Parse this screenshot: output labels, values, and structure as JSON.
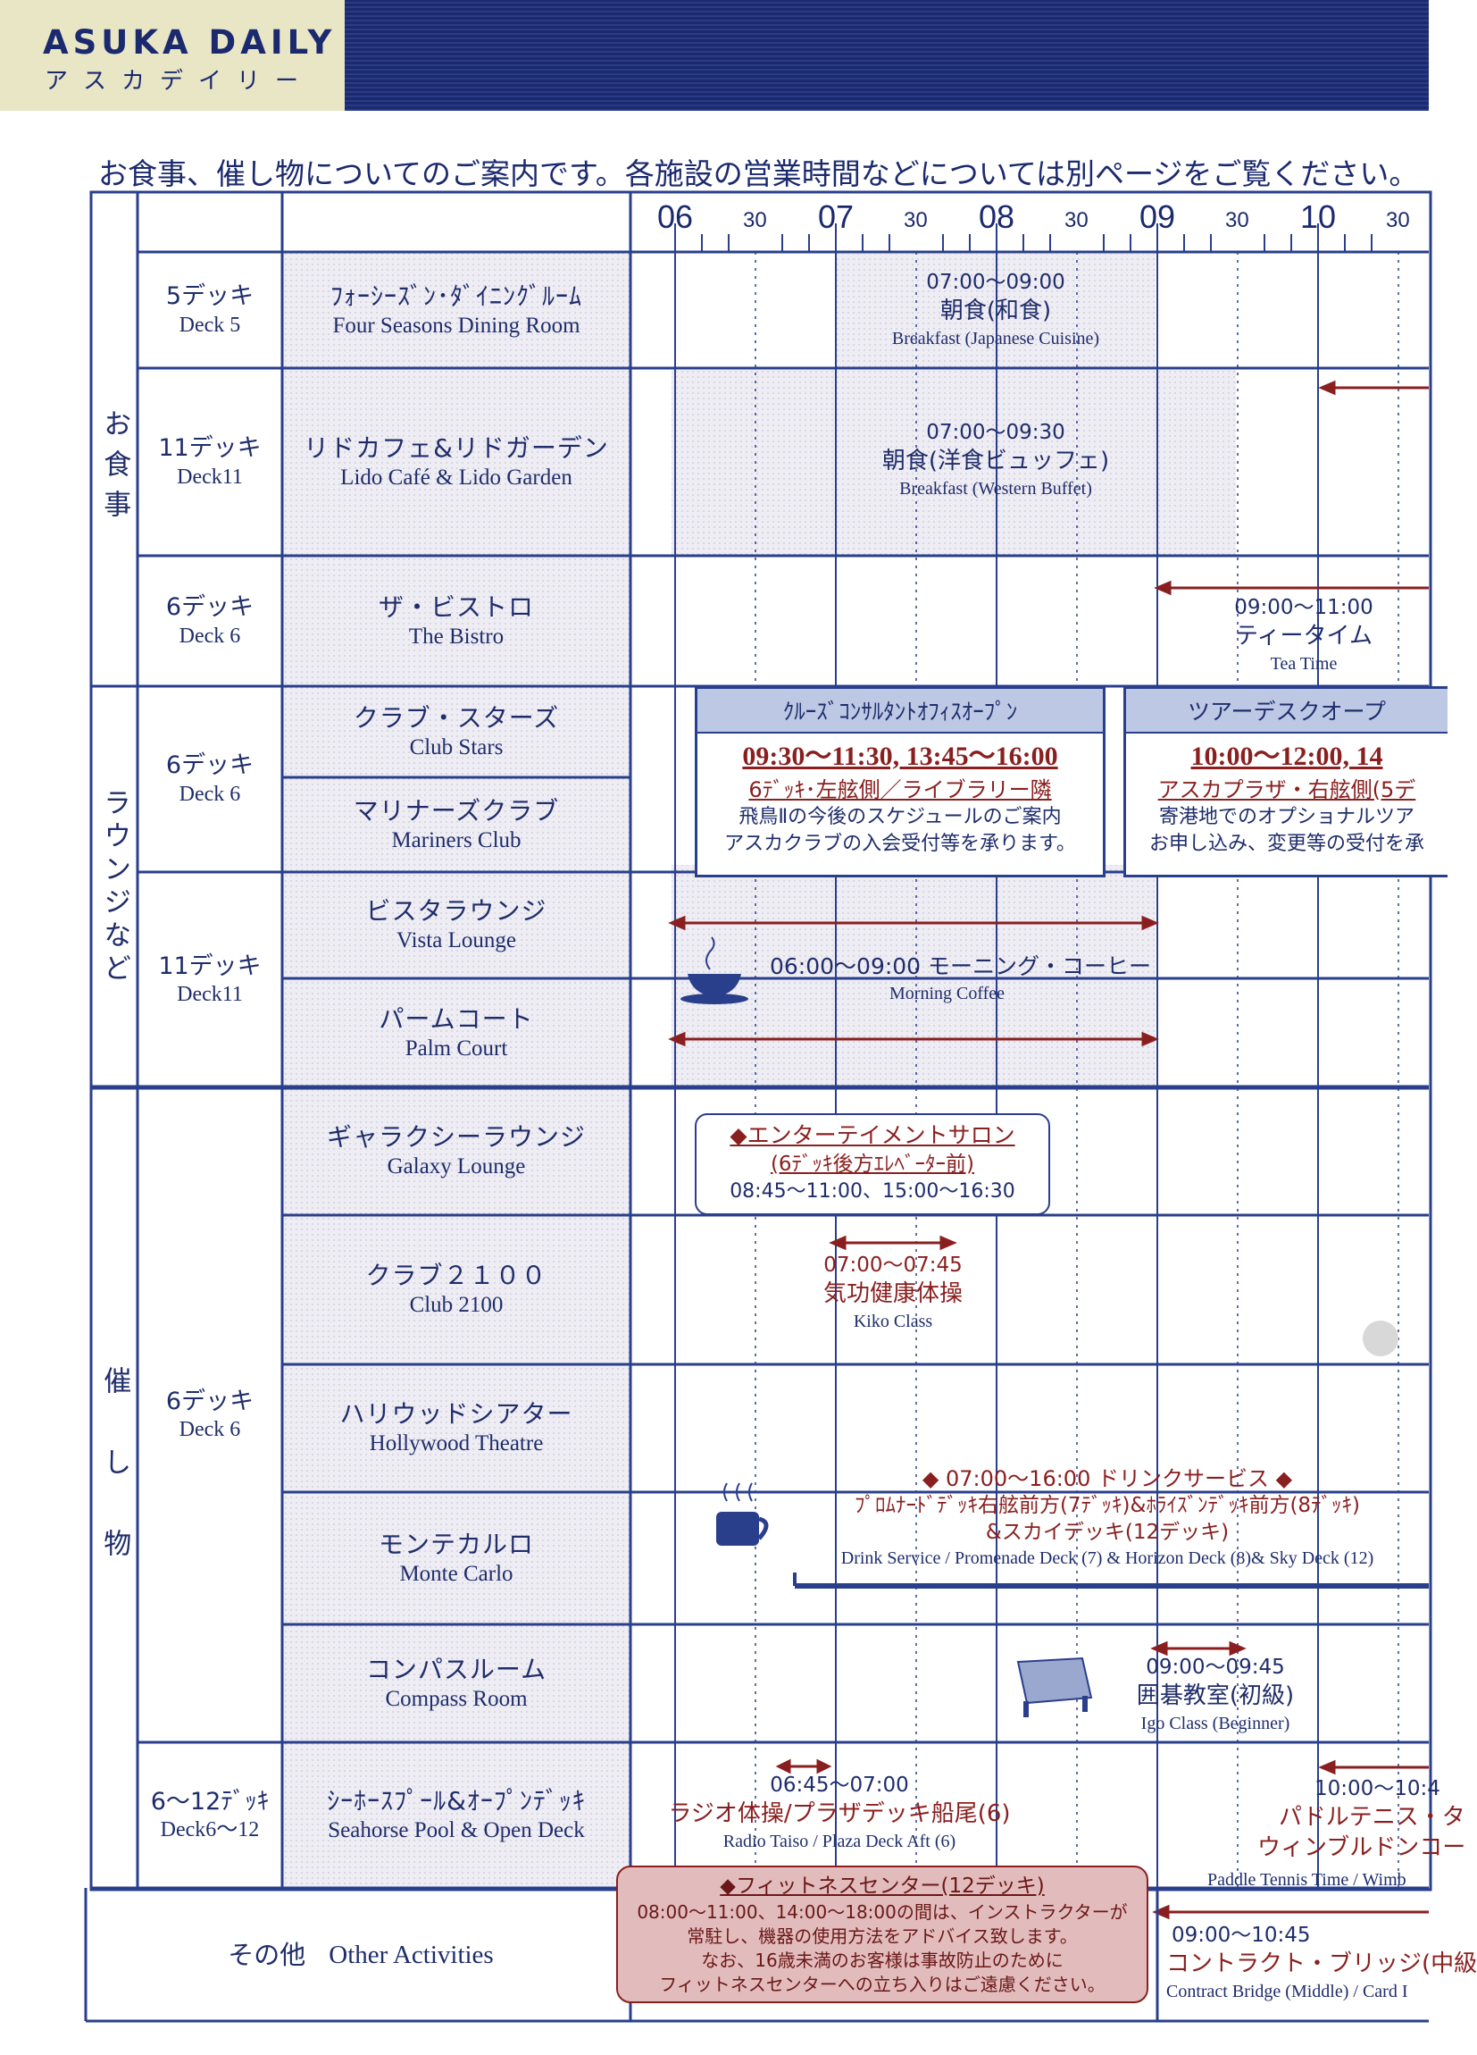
{
  "header": {
    "brand_en": "ASUKA DAILY",
    "brand_jp": "アスカデイリー"
  },
  "intro": "お食事、催し物についてのご案内です。各施設の営業時間などについては別ページをご覧ください。",
  "timeline": {
    "hours": [
      "06",
      "07",
      "08",
      "09",
      "10"
    ],
    "half": "30"
  },
  "categories": {
    "dining": "お食事",
    "lounge": "ラウンジなど",
    "events": "催し物"
  },
  "rows": [
    {
      "deck_jp": "5デッキ",
      "deck_en": "Deck 5",
      "venue_jp": "ﾌｫｰｼｰｽﾞﾝ･ﾀﾞｲﾆﾝｸﾞﾙｰﾑ",
      "venue_en": "Four Seasons Dining Room"
    },
    {
      "deck_jp": "11デッキ",
      "deck_en": "Deck11",
      "venue_jp": "リドカフェ&リドガーデン",
      "venue_en": "Lido Café & Lido Garden"
    },
    {
      "deck_jp": "6デッキ",
      "deck_en": "Deck 6",
      "venue_jp": "ザ・ビストロ",
      "venue_en": "The Bistro"
    },
    {
      "deck_jp": "6デッキ",
      "deck_en": "Deck 6",
      "venue_jp": "クラブ・スターズ",
      "venue_en": "Club Stars"
    },
    {
      "venue_jp": "マリナーズクラブ",
      "venue_en": "Mariners Club"
    },
    {
      "deck_jp": "11デッキ",
      "deck_en": "Deck11",
      "venue_jp": "ビスタラウンジ",
      "venue_en": "Vista Lounge"
    },
    {
      "venue_jp": "パームコート",
      "venue_en": "Palm Court"
    },
    {
      "deck_jp": "6デッキ",
      "deck_en": "Deck 6",
      "venue_jp": "ギャラクシーラウンジ",
      "venue_en": "Galaxy Lounge"
    },
    {
      "venue_jp": "クラブ２１００",
      "venue_en": "Club 2100"
    },
    {
      "venue_jp": "ハリウッドシアター",
      "venue_en": "Hollywood Theatre"
    },
    {
      "venue_jp": "モンテカルロ",
      "venue_en": "Monte Carlo"
    },
    {
      "venue_jp": "コンパスルーム",
      "venue_en": "Compass Room"
    },
    {
      "deck_jp": "6〜12ﾃﾞｯｷ",
      "deck_en": "Deck6〜12",
      "venue_jp": "ｼｰﾎｰｽﾌﾟｰﾙ&ｵｰﾌﾟﾝﾃﾞｯｷ",
      "venue_en": "Seahorse Pool & Open Deck"
    }
  ],
  "other": {
    "jp": "その他",
    "en": "Other Activities"
  },
  "events": {
    "fs_breakfast": {
      "time": "07:00〜09:00",
      "jp": "朝食(和食)",
      "en": "Breakfast (Japanese Cuisine)"
    },
    "lido_breakfast": {
      "time": "07:00〜09:30",
      "jp": "朝食(洋食ビュッフェ)",
      "en": "Breakfast (Western Buffet)"
    },
    "bistro_tea": {
      "time": "09:00〜11:00",
      "jp": "ティータイム",
      "en": "Tea Time"
    },
    "consultant": {
      "head": "ｸﾙｰｽﾞｺﾝｻﾙﾀﾝﾄｵﾌｨｽｵｰﾌﾟﾝ",
      "time": "09:30〜11:30, 13:45〜16:00",
      "loc": "6ﾃﾞｯｷ･左舷側／ライブラリー隣",
      "d1": "飛鳥Ⅱの今後のスケジュールのご案内",
      "d2": "アスカクラブの入会受付等を承ります。"
    },
    "tourdesk": {
      "head": "ツアーデスクオープ",
      "time": "10:00〜12:00, 14",
      "loc": "アスカプラザ・右舷側(5デ",
      "d1": "寄港地でのオプショナルツア",
      "d2": "お申し込み、変更等の受付を承"
    },
    "morning_coffee": {
      "time_jp": "06:00〜09:00 モーニング・コーヒー",
      "en": "Morning Coffee"
    },
    "salon": {
      "l1": "◆エンターテイメントサロン",
      "l2": "(6ﾃﾞｯｷ後方ｴﾚﾍﾞｰﾀｰ前)",
      "l3": "08:45〜11:00、15:00〜16:30"
    },
    "kiko": {
      "time": "07:00〜07:45",
      "jp": "気功健康体操",
      "en": "Kiko Class"
    },
    "drink": {
      "l1": "◆ 07:00〜16:00 ドリンクサービス ◆",
      "l2": "ﾌﾟﾛﾑﾅｰﾄﾞﾃﾞｯｷ右舷前方(7ﾃﾞｯｷ)&ﾎﾗｲｽﾞﾝﾃﾞｯｷ前方(8ﾃﾞｯｷ)",
      "l3": "&スカイデッキ(12デッキ)",
      "en": "Drink Service /  Promenade Deck (7) & Horizon Deck (8)& Sky Deck (12)"
    },
    "igo": {
      "time": "09:00〜09:45",
      "jp": "囲碁教室(初級)",
      "en": "Igo Class (Beginner)"
    },
    "radio": {
      "time": "06:45〜07:00",
      "jp": "ラジオ体操/プラザデッキ船尾(6)",
      "en": "Radio Taiso / Plaza Deck Aft (6)"
    },
    "paddle": {
      "time": "10:00〜10:4",
      "jp1": "パドルテニス・タ",
      "jp2": "ウィンブルドンコー",
      "en": "Paddle Tennis Time / Wimb"
    },
    "fitness": {
      "l1": "◆フィットネスセンター(12デッキ)",
      "l2": "08:00〜11:00、14:00〜18:00の間は、インストラクターが",
      "l3": "常駐し、機器の使用方法をアドバイス致します。",
      "l4": "なお、16歳未満のお客様は事故防止のために",
      "l5": "フィットネスセンターへの立ち入りはご遠慮ください。"
    },
    "bridge": {
      "time": "09:00〜10:45",
      "jp": "コントラクト・ブリッジ(中級",
      "en": "Contract Bridge (Middle) / Card I"
    }
  },
  "colors": {
    "navy": "#2a3f8c",
    "shade": "#ece9f3",
    "arrow_red": "#8a1f1f",
    "header_beige": "#e9e6c6"
  }
}
